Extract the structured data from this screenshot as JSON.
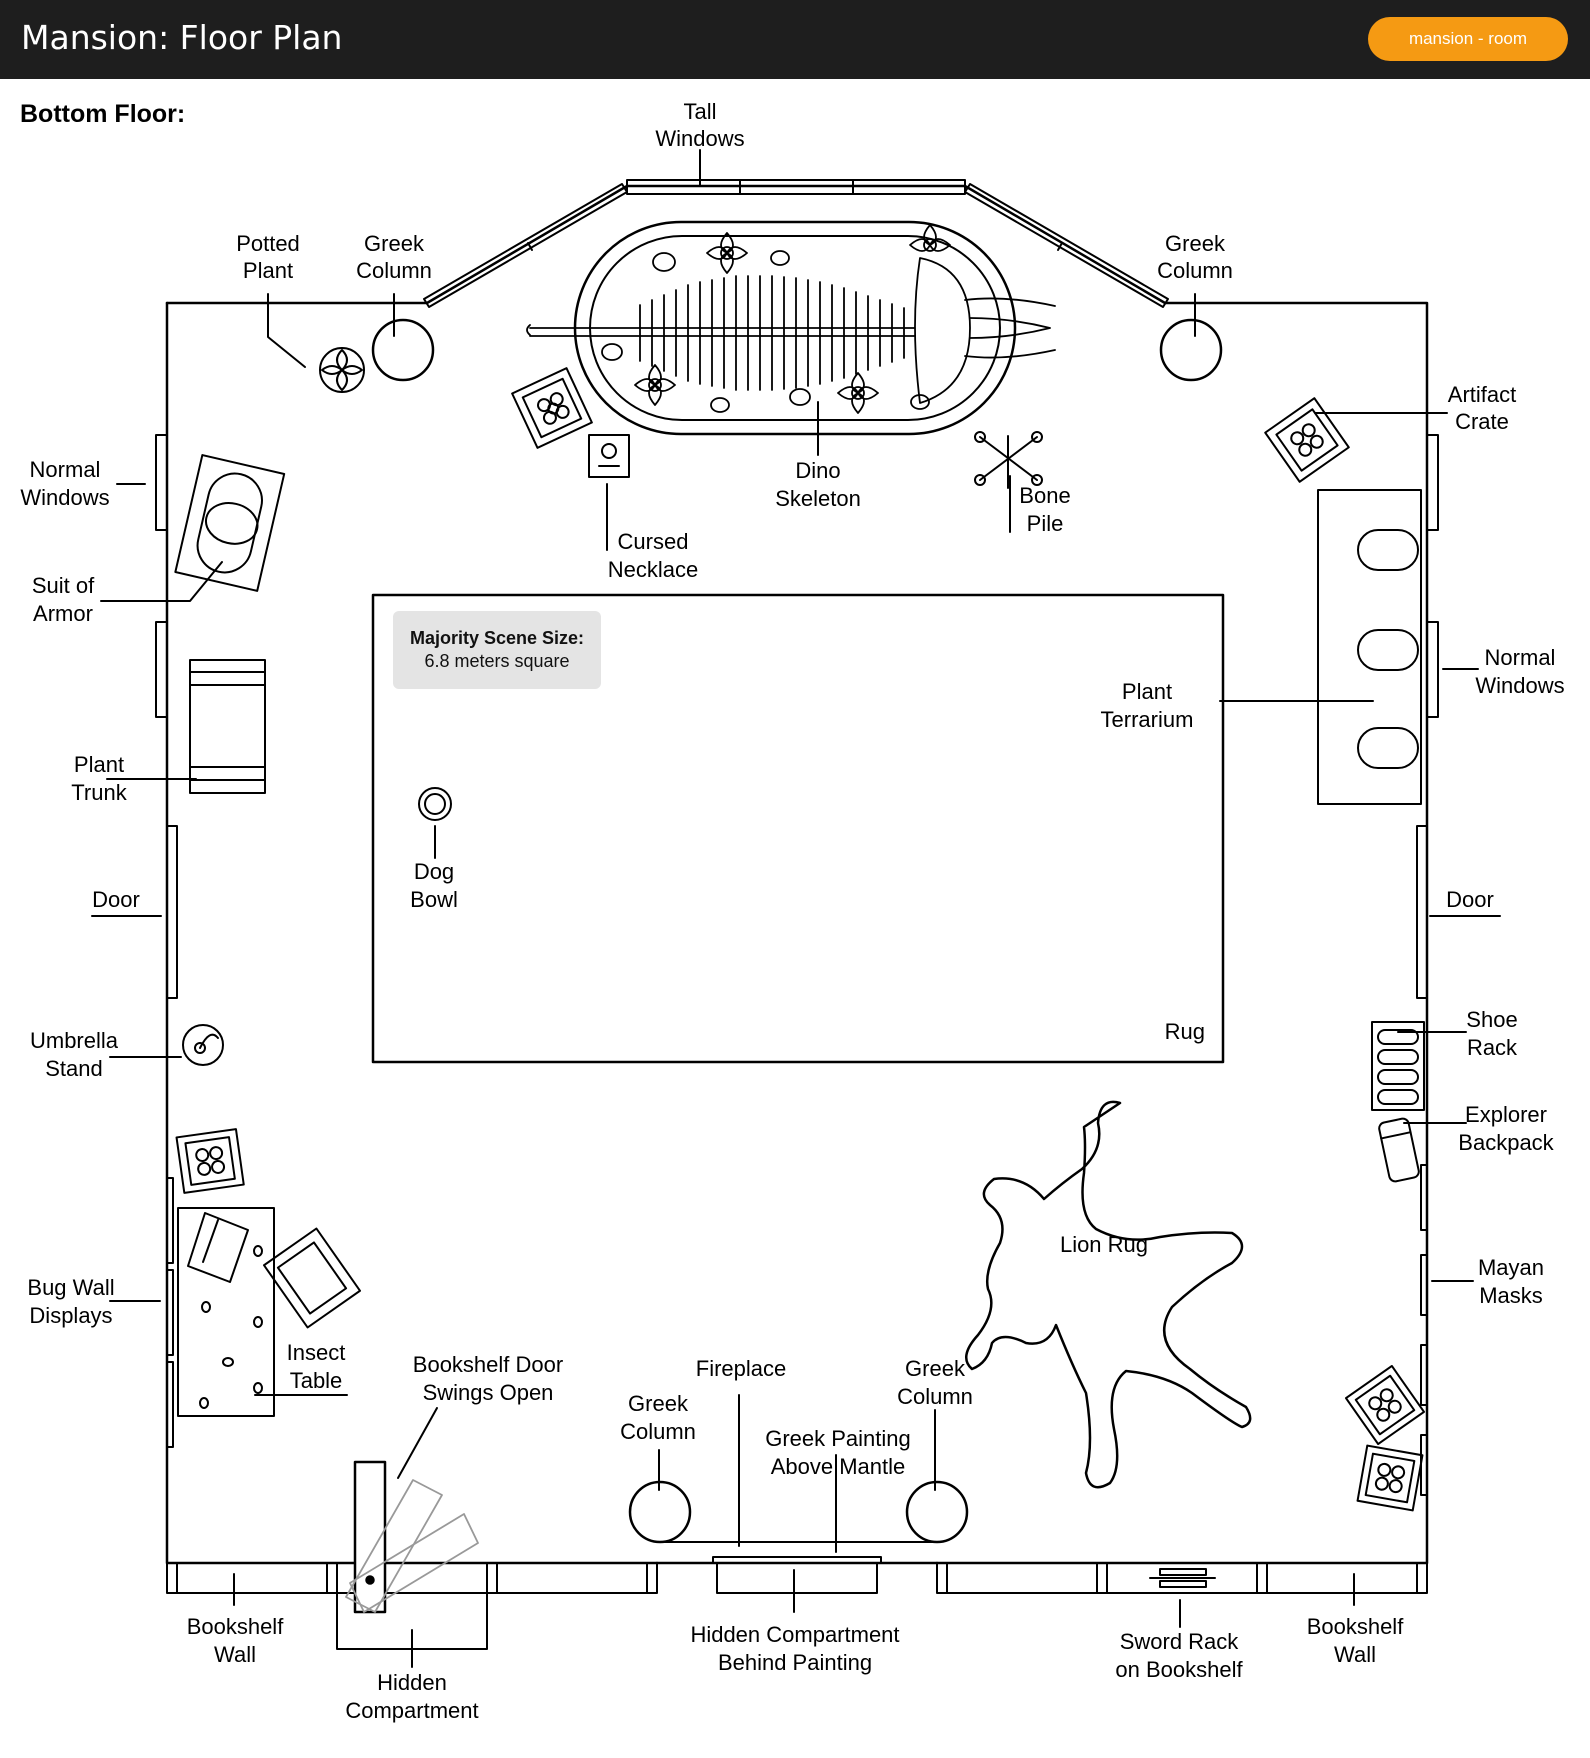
{
  "header": {
    "title": "Mansion: Floor Plan",
    "badge": "mansion - room",
    "accent": "#f59a13",
    "background": "#1e1e1e"
  },
  "floor": {
    "title": "Bottom Floor:"
  },
  "scene_size": {
    "label": "Majority Scene Size:",
    "value": "6.8 meters square"
  },
  "labels": {
    "tall_windows": [
      "Tall",
      "Windows"
    ],
    "potted_plant": [
      "Potted",
      "Plant"
    ],
    "greek_column_top_left": [
      "Greek",
      "Column"
    ],
    "greek_column_top_right": [
      "Greek",
      "Column"
    ],
    "artifact_crate": [
      "Artifact",
      "Crate"
    ],
    "normal_windows_left": [
      "Normal",
      "Windows"
    ],
    "normal_windows_right": [
      "Normal",
      "Windows"
    ],
    "suit_of_armor": [
      "Suit of",
      "Armor"
    ],
    "dino_skeleton": [
      "Dino",
      "Skeleton"
    ],
    "bone_pile": [
      "Bone",
      "Pile"
    ],
    "cursed_necklace": [
      "Cursed",
      "Necklace"
    ],
    "plant_terrarium": [
      "Plant",
      "Terrarium"
    ],
    "plant_trunk": [
      "Plant",
      "Trunk"
    ],
    "dog_bowl": [
      "Dog",
      "Bowl"
    ],
    "door_left": "Door",
    "door_right": "Door",
    "rug": "Rug",
    "umbrella_stand": [
      "Umbrella",
      "Stand"
    ],
    "shoe_rack": [
      "Shoe",
      "Rack"
    ],
    "explorer_backpack": [
      "Explorer",
      "Backpack"
    ],
    "lion_rug": "Lion Rug",
    "bug_wall_displays": [
      "Bug Wall",
      "Displays"
    ],
    "mayan_masks": [
      "Mayan",
      "Masks"
    ],
    "insect_table": [
      "Insect",
      "Table"
    ],
    "bookshelf_door": [
      "Bookshelf Door",
      "Swings Open"
    ],
    "fireplace": "Fireplace",
    "greek_column_bottom_left": [
      "Greek",
      "Column"
    ],
    "greek_column_bottom_right": [
      "Greek",
      "Column"
    ],
    "greek_painting": [
      "Greek Painting",
      "Above Mantle"
    ],
    "bookshelf_wall_left": [
      "Bookshelf",
      "Wall"
    ],
    "bookshelf_wall_right": [
      "Bookshelf",
      "Wall"
    ],
    "hidden_compartment": [
      "Hidden",
      "Compartment"
    ],
    "hidden_compartment_painting": [
      "Hidden Compartment",
      "Behind Painting"
    ],
    "sword_rack": [
      "Sword Rack",
      "on Bookshelf"
    ]
  }
}
